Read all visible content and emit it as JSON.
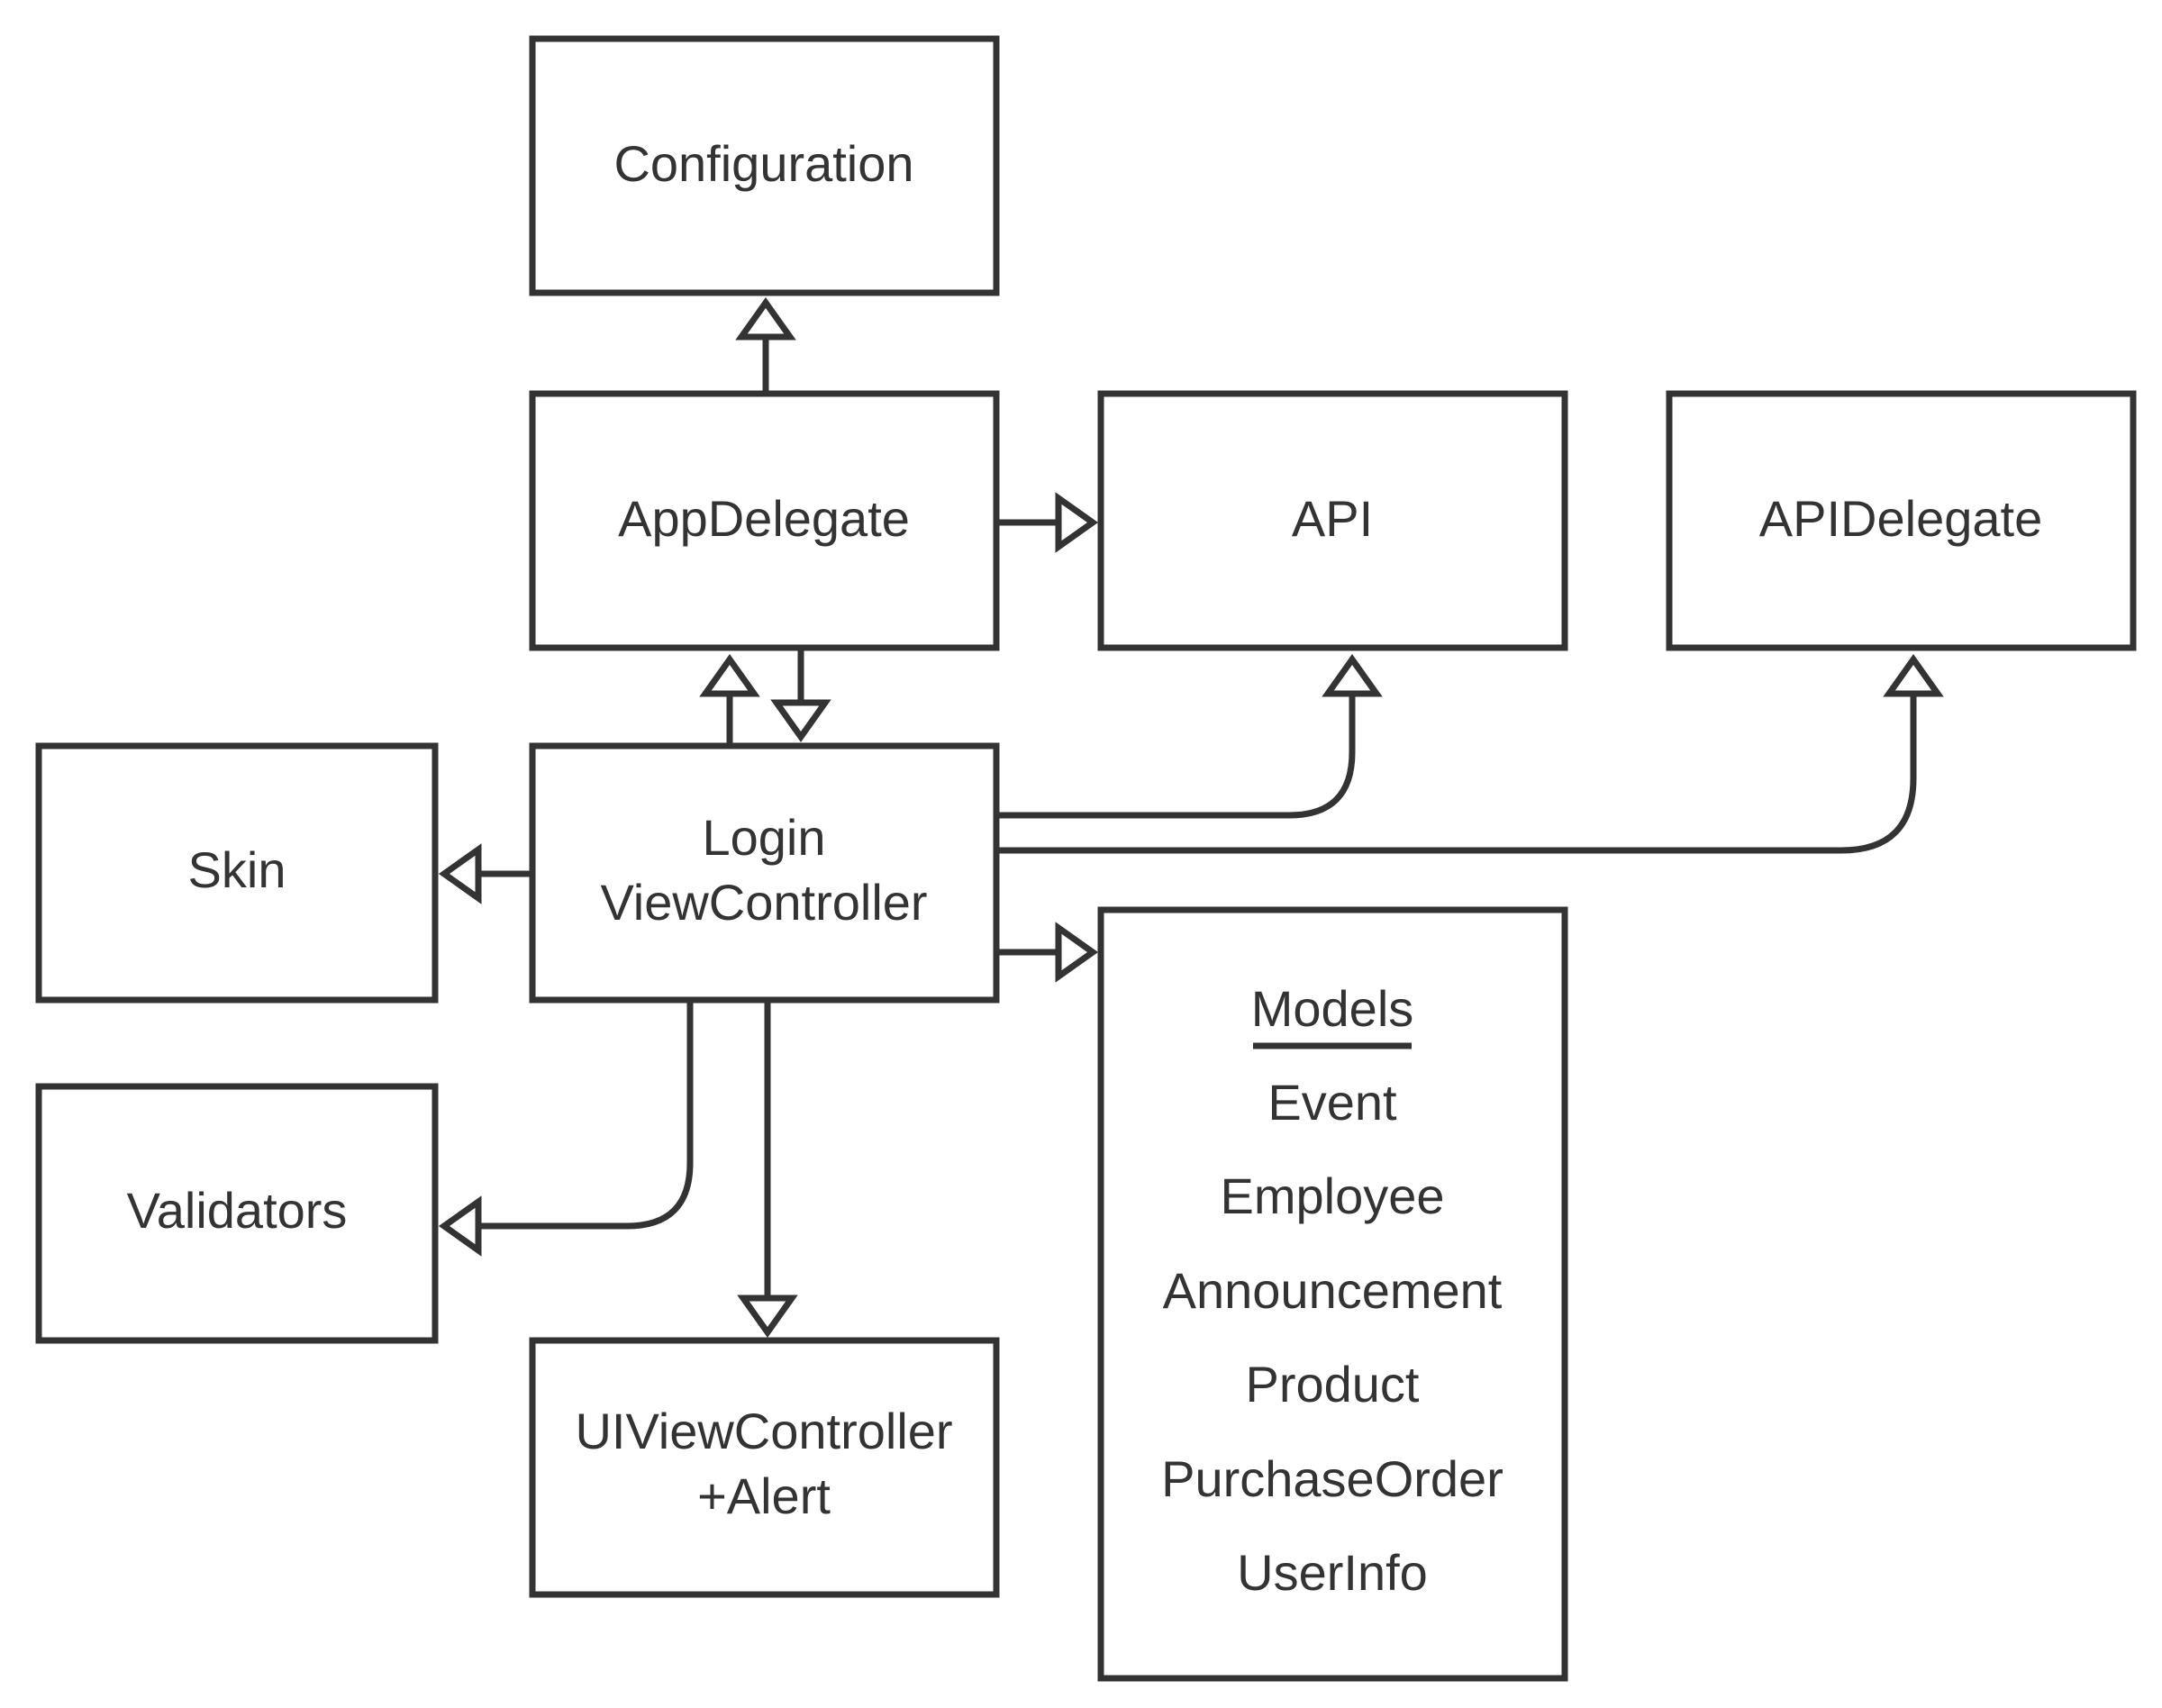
{
  "diagram": {
    "nodes": {
      "configuration": {
        "label": "Configuration"
      },
      "app_delegate": {
        "label": "AppDelegate"
      },
      "api": {
        "label": "API"
      },
      "api_delegate": {
        "label": "APIDelegate"
      },
      "skin": {
        "label": "Skin"
      },
      "login_view_controller": {
        "line1": "Login",
        "line2": "ViewController"
      },
      "validators": {
        "label": "Validators"
      },
      "ui_view_controller_alert": {
        "line1": "UIViewController",
        "line2": "+Alert"
      },
      "models": {
        "title": "Models",
        "items": [
          "Event",
          "Employee",
          "Announcement",
          "Product",
          "PurchaseOrder",
          "UserInfo"
        ]
      }
    },
    "edges": [
      {
        "from": "AppDelegate",
        "to": "Configuration"
      },
      {
        "from": "AppDelegate",
        "to": "API"
      },
      {
        "from": "AppDelegate",
        "to": "Login ViewController"
      },
      {
        "from": "Login ViewController",
        "to": "AppDelegate"
      },
      {
        "from": "Login ViewController",
        "to": "API"
      },
      {
        "from": "Login ViewController",
        "to": "APIDelegate"
      },
      {
        "from": "Login ViewController",
        "to": "Skin"
      },
      {
        "from": "Login ViewController",
        "to": "Models"
      },
      {
        "from": "Login ViewController",
        "to": "Validators"
      },
      {
        "from": "Login ViewController",
        "to": "UIViewController +Alert"
      }
    ],
    "colors": {
      "stroke": "#333333",
      "background": "#ffffff",
      "text": "#333333"
    }
  }
}
